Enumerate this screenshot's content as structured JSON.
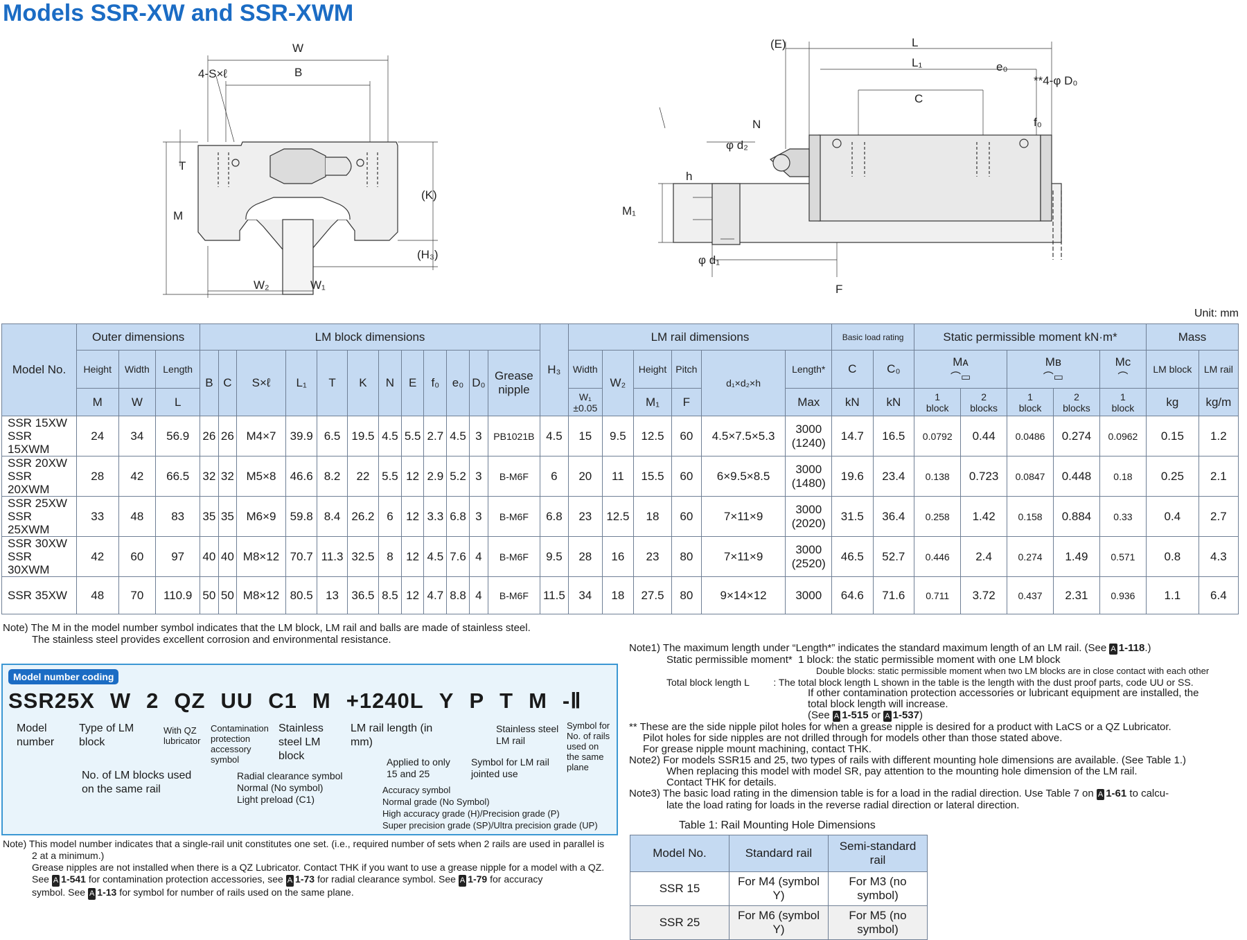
{
  "title": "Models SSR-XW and SSR-XWM",
  "unit": "Unit: mm",
  "drawing_left_labels": {
    "W": "W",
    "B": "B",
    "S": "4-S×ℓ",
    "T": "T",
    "M": "M",
    "K": "(K)",
    "H3": "(H₃)",
    "W2": "W₂",
    "W1": "W₁"
  },
  "drawing_right_labels": {
    "E": "(E)",
    "L": "L",
    "L1": "L₁",
    "e0": "e₀",
    "D0": "**4-φ D₀",
    "C": "C",
    "N": "N",
    "f0": "f₀",
    "d2": "φ d₂",
    "h": "h",
    "M1": "M₁",
    "d1": "φ d₁",
    "F": "F"
  },
  "table": {
    "group_headers": {
      "model": "Model No.",
      "outer": "Outer dimensions",
      "block": "LM block dimensions",
      "rail": "LM rail dimensions",
      "load": "Basic load rating",
      "moment": "Static permissible moment kN·m*",
      "mass": "Mass"
    },
    "sub_headers": {
      "height": "Height",
      "width": "Width",
      "length": "Length",
      "grease": "Grease nipple",
      "rail_width": "Width",
      "rail_height": "Height",
      "pitch": "Pitch",
      "rail_length": "Length*",
      "ma": "Mᴀ",
      "mb": "Mʙ",
      "mc": "Mᴄ",
      "lm_block": "LM block",
      "lm_rail": "LM rail"
    },
    "unit_headers": {
      "M": "M",
      "W": "W",
      "L": "L",
      "B": "B",
      "C": "C",
      "S": "S×ℓ",
      "L1": "L₁",
      "T": "T",
      "K": "K",
      "N": "N",
      "E": "E",
      "f0": "f₀",
      "e0": "e₀",
      "D0": "D₀",
      "H3": "H₃",
      "W1": "W₁",
      "W1tol": "±0.05",
      "W2": "W₂",
      "M1": "M₁",
      "F": "F",
      "d": "d₁×d₂×h",
      "max": "Max",
      "kN": "kN",
      "kN0": "kN",
      "C_h": "C",
      "C0_h": "C₀",
      "b1": "1",
      "b2": "2",
      "block": "block",
      "blocks": "blocks",
      "kg": "kg",
      "kgm": "kg/m"
    },
    "rows": [
      {
        "model1": "SSR 15XW",
        "model2": "SSR 15XWM",
        "M": "24",
        "W": "34",
        "L": "56.9",
        "B": "26",
        "C": "26",
        "S": "M4×7",
        "L1": "39.9",
        "T": "6.5",
        "K": "19.5",
        "N": "4.5",
        "E": "5.5",
        "f0": "2.7",
        "e0": "4.5",
        "D0": "3",
        "grease": "PB1021B",
        "H3": "4.5",
        "W1": "15",
        "W2": "9.5",
        "M1": "12.5",
        "F": "60",
        "d": "4.5×7.5×5.3",
        "len1": "3000",
        "len2": "(1240)",
        "Cr": "14.7",
        "C0": "16.5",
        "MA1": "0.0792",
        "MA2": "0.44",
        "MB1": "0.0486",
        "MB2": "0.274",
        "MC1": "0.0962",
        "massB": "0.15",
        "massR": "1.2"
      },
      {
        "model1": "SSR 20XW",
        "model2": "SSR 20XWM",
        "M": "28",
        "W": "42",
        "L": "66.5",
        "B": "32",
        "C": "32",
        "S": "M5×8",
        "L1": "46.6",
        "T": "8.2",
        "K": "22",
        "N": "5.5",
        "E": "12",
        "f0": "2.9",
        "e0": "5.2",
        "D0": "3",
        "grease": "B-M6F",
        "H3": "6",
        "W1": "20",
        "W2": "11",
        "M1": "15.5",
        "F": "60",
        "d": "6×9.5×8.5",
        "len1": "3000",
        "len2": "(1480)",
        "Cr": "19.6",
        "C0": "23.4",
        "MA1": "0.138",
        "MA2": "0.723",
        "MB1": "0.0847",
        "MB2": "0.448",
        "MC1": "0.18",
        "massB": "0.25",
        "massR": "2.1"
      },
      {
        "model1": "SSR 25XW",
        "model2": "SSR 25XWM",
        "M": "33",
        "W": "48",
        "L": "83",
        "B": "35",
        "C": "35",
        "S": "M6×9",
        "L1": "59.8",
        "T": "8.4",
        "K": "26.2",
        "N": "6",
        "E": "12",
        "f0": "3.3",
        "e0": "6.8",
        "D0": "3",
        "grease": "B-M6F",
        "H3": "6.8",
        "W1": "23",
        "W2": "12.5",
        "M1": "18",
        "F": "60",
        "d": "7×11×9",
        "len1": "3000",
        "len2": "(2020)",
        "Cr": "31.5",
        "C0": "36.4",
        "MA1": "0.258",
        "MA2": "1.42",
        "MB1": "0.158",
        "MB2": "0.884",
        "MC1": "0.33",
        "massB": "0.4",
        "massR": "2.7"
      },
      {
        "model1": "SSR 30XW",
        "model2": "SSR 30XWM",
        "M": "42",
        "W": "60",
        "L": "97",
        "B": "40",
        "C": "40",
        "S": "M8×12",
        "L1": "70.7",
        "T": "11.3",
        "K": "32.5",
        "N": "8",
        "E": "12",
        "f0": "4.5",
        "e0": "7.6",
        "D0": "4",
        "grease": "B-M6F",
        "H3": "9.5",
        "W1": "28",
        "W2": "16",
        "M1": "23",
        "F": "80",
        "d": "7×11×9",
        "len1": "3000",
        "len2": "(2520)",
        "Cr": "46.5",
        "C0": "52.7",
        "MA1": "0.446",
        "MA2": "2.4",
        "MB1": "0.274",
        "MB2": "1.49",
        "MC1": "0.571",
        "massB": "0.8",
        "massR": "4.3"
      },
      {
        "model1": "SSR 35XW",
        "model2": "",
        "M": "48",
        "W": "70",
        "L": "110.9",
        "B": "50",
        "C": "50",
        "S": "M8×12",
        "L1": "80.5",
        "T": "13",
        "K": "36.5",
        "N": "8.5",
        "E": "12",
        "f0": "4.7",
        "e0": "8.8",
        "D0": "4",
        "grease": "B-M6F",
        "H3": "11.5",
        "W1": "34",
        "W2": "18",
        "M1": "27.5",
        "F": "80",
        "d": "9×14×12",
        "len1": "3000",
        "len2": "",
        "Cr": "64.6",
        "C0": "71.6",
        "MA1": "0.711",
        "MA2": "3.72",
        "MB1": "0.437",
        "MB2": "2.31",
        "MC1": "0.936",
        "massB": "1.1",
        "massR": "6.4"
      }
    ]
  },
  "note_top": [
    "Note) The M in the model number symbol indicates that the LM block, LM rail and balls are made of stainless steel.",
    "The stainless steel provides excellent corrosion and environmental resistance."
  ],
  "coding": {
    "tag": "Model number coding",
    "codes": [
      "SSR25X",
      "W",
      "2",
      "QZ",
      "UU",
      "C1",
      "M",
      "+1240L",
      "Y",
      "P",
      "T",
      "M",
      "-Ⅱ"
    ],
    "model_number": "Model number",
    "type_block": "Type of LM block",
    "qz": "With QZ lubricator",
    "contamination": "Contamination protection accessory symbol",
    "stainless_block": "Stainless steel LM block",
    "rail_length": "LM rail length (in mm)",
    "stainless_rail": "Stainless steel LM rail",
    "rails_plane": "Symbol for No. of rails used on the same plane",
    "num_blocks": "No. of LM blocks used on the same rail",
    "radial": "Radial clearance symbol",
    "radial_normal": "Normal (No symbol)",
    "radial_light": "Light preload (C1)",
    "applied": "Applied to only 15 and 25",
    "jointed": "Symbol for LM rail jointed use",
    "accuracy": "Accuracy symbol",
    "acc_normal": "Normal grade (No Symbol)",
    "acc_high": "High accuracy grade (H)/Precision grade (P)",
    "acc_super": "Super precision grade (SP)/Ultra precision grade (UP)"
  },
  "note_bottom": {
    "l1": "Note) This model number indicates that a single-rail unit constitutes one set. (i.e., required number of sets when 2 rails are used in parallel is",
    "l2": "2 at a minimum.)",
    "l3": "Grease nipples are not installed when there is a QZ Lubricator. Contact THK if you want to use a grease nipple for a model with a QZ.",
    "l4a": "See",
    "r1": "1-541",
    "l4b": "for contamination protection accessories, see",
    "r2": "1-73",
    "l4c": "for radial clearance symbol. See",
    "r3": "1-79",
    "l4d": "for accuracy",
    "l5a": "symbol. See",
    "r4": "1-13",
    "l5b": "for symbol for number of rails used on the same plane.",
    "refmark": "A"
  },
  "notes_right": {
    "n1a": "Note1) The maximum length under “Length*” indicates the standard maximum length of an LM rail. (See",
    "n1ref": "1-118",
    "n1b": ".)",
    "n2": "Static permissible moment*  1 block: the static permissible moment with one LM block",
    "n3": "Double blocks: static permissible moment when two LM blocks are in close contact with each other",
    "n4": "Total block length L         : The total block length L shown in the table is the length with the dust proof parts, code UU or SS.",
    "n5": "If other contamination protection accessories or lubricant equipment are installed, the",
    "n6": "total block length will increase.",
    "n7a": "(See",
    "n7r1": "1-515",
    "n7b": "or",
    "n7r2": "1-537",
    "n7c": ")",
    "n8": "** These are the side nipple pilot holes for when a grease nipple is desired for a product with LaCS or a QZ Lubricator.",
    "n9": "Pilot holes for side nipples are not drilled through for models other than those stated above.",
    "n10": "For grease nipple mount machining, contact THK.",
    "n11": "Note2) For models SSR15 and 25, two types of rails with different mounting hole dimensions are available. (See Table 1.)",
    "n12": "When replacing this model with model SR, pay attention to the mounting hole dimension of the LM rail.",
    "n13": "Contact THK for details.",
    "n14a": "Note3) The basic load rating in the dimension table is for a load in the radial direction. Use Table 7 on",
    "n14r": "1-61",
    "n14b": "to calcu-",
    "n15": "late the load rating for loads in the reverse radial direction or lateral direction.",
    "refmark": "A"
  },
  "rail_table": {
    "caption": "Table 1: Rail Mounting Hole Dimensions",
    "headers": [
      "Model No.",
      "Standard rail",
      "Semi-standard rail"
    ],
    "rows": [
      [
        "SSR 15",
        "For M4 (symbol Y)",
        "For M3 (no symbol)"
      ],
      [
        "SSR 25",
        "For M6 (symbol Y)",
        "For M5 (no symbol)"
      ]
    ]
  }
}
